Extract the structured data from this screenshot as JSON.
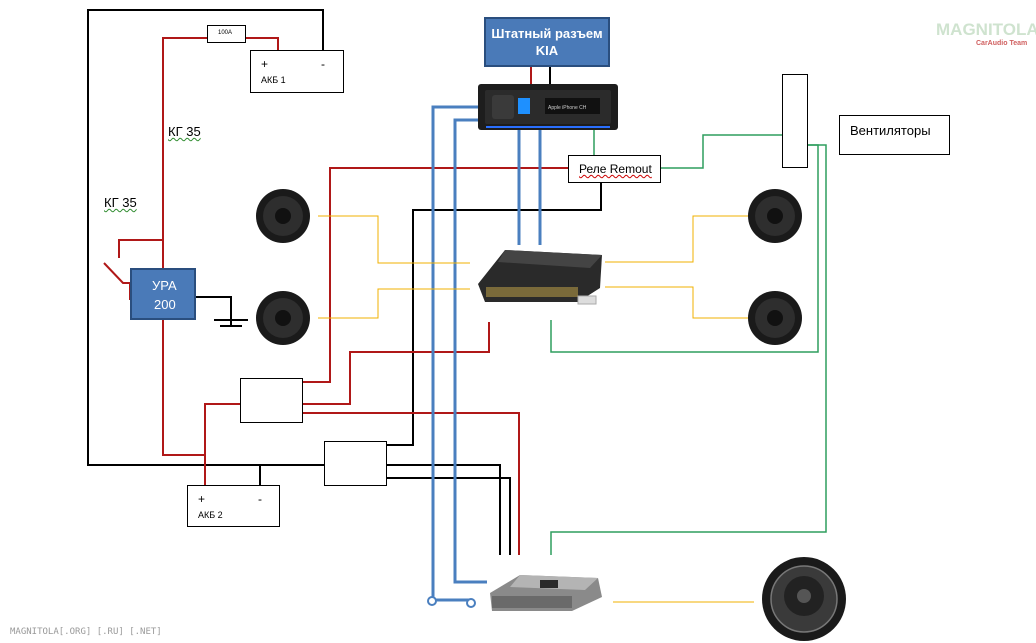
{
  "diagram": {
    "kia_connector": "Штатный разъем KIA",
    "fuse": "100A",
    "battery1": {
      "plus": "+",
      "minus": "-",
      "name": "АКБ 1"
    },
    "battery2": {
      "plus": "+",
      "minus": "-",
      "name": "АКБ 2"
    },
    "cable_label_1": "КГ 35",
    "cable_label_2": "КГ 35",
    "ura": {
      "line1": "УРА",
      "line2": "200"
    },
    "relay": "Реле Remout",
    "fans": "Вентиляторы",
    "watermark": "MAGNITOLA[.ORG] [.RU] [.NET]",
    "logo": {
      "text": "MAGNITOLA",
      "sub": "CarAudio Team"
    },
    "head_unit_screen": "Apple iPhone CH",
    "colors": {
      "power": "#b01818",
      "ground": "#000000",
      "signal": "#4a7fbf",
      "speaker": "#f0b000",
      "remote": "#2e9e5e",
      "kia_box": "#4a7ab8"
    }
  }
}
